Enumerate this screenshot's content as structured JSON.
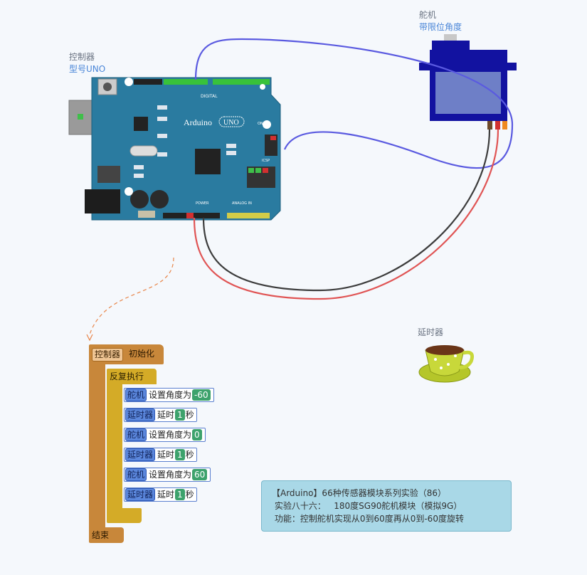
{
  "controller": {
    "name": "控制器",
    "model": "型号UNO"
  },
  "board": {
    "brand": "Arduino",
    "model": "UNO",
    "digital_label": "DIGITAL",
    "power_label": "POWER",
    "analog_label": "ANALOG IN",
    "icsp_label": "ICSP",
    "on_label": "ON"
  },
  "servo": {
    "name": "舵机",
    "desc": "带限位角度"
  },
  "timer": {
    "name": "延时器"
  },
  "program": {
    "init_block": {
      "target": "控制器",
      "action": "初始化"
    },
    "loop_block": {
      "label": "反复执行"
    },
    "end_block": {
      "label": "结束"
    },
    "statements": [
      {
        "target": "舵机",
        "action": "设置角度为",
        "value": "-60"
      },
      {
        "target": "延时器",
        "action": "延时",
        "value": "1",
        "unit": "秒"
      },
      {
        "target": "舵机",
        "action": "设置角度为",
        "value": "0"
      },
      {
        "target": "延时器",
        "action": "延时",
        "value": "1",
        "unit": "秒"
      },
      {
        "target": "舵机",
        "action": "设置角度为",
        "value": "60"
      },
      {
        "target": "延时器",
        "action": "延时",
        "value": "1",
        "unit": "秒"
      }
    ]
  },
  "info": {
    "line1": "【Arduino】66种传感器模块系列实验（86）",
    "line2": " 实验八十六：   180度SG90舵机模块（模拟9G）",
    "line3": " 功能：控制舵机实现从0到60度再从0到-60度旋转"
  },
  "colors": {
    "block_orange": "#c8873a",
    "block_yellow": "#d4ab27",
    "tag_blue": "#5b87dc",
    "num_green": "#3da26c",
    "board_blue": "#2a7ba0",
    "servo_blue": "#1212a0",
    "wire_signal": "#5a5ae0",
    "wire_red": "#e05454",
    "wire_black": "#3c3c3c"
  }
}
